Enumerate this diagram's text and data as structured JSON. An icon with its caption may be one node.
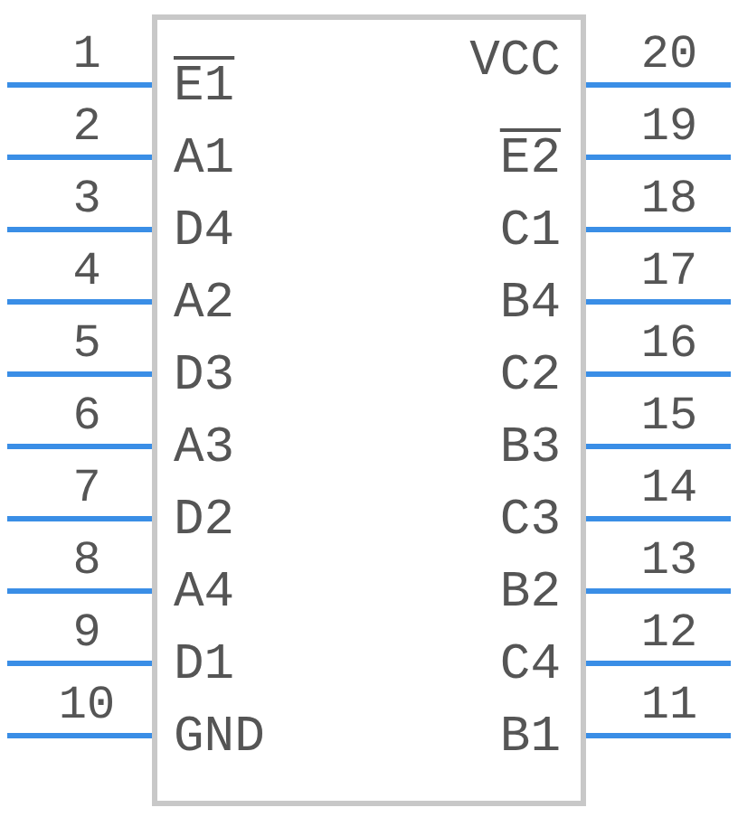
{
  "diagram": {
    "nodes": [
      {
        "text": [],
        "shape": "box"
      }
    ],
    "labels": [
      "1",
      "E1",
      "VCC",
      "20",
      "2",
      "A1",
      "E2",
      "19",
      "3",
      "D4",
      "C1",
      "18",
      "4",
      "A2",
      "B4",
      "17",
      "5",
      "D3",
      "C2",
      "16",
      "6",
      "A3",
      "B3",
      "15",
      "7",
      "D2",
      "C3",
      "14",
      "8",
      "A4",
      "B2",
      "13",
      "9",
      "D1",
      "C4",
      "12",
      "10",
      "GND",
      "B1",
      "11"
    ]
  }
}
